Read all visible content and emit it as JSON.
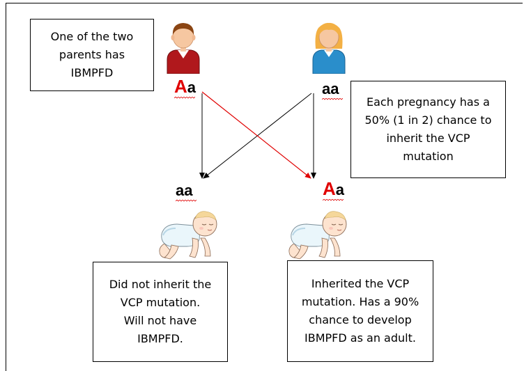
{
  "parents": {
    "note": "One of the two\nparents has\nIBMPFD",
    "father_genotype": {
      "dominant": "A",
      "recessive": "a"
    },
    "mother_genotype": "aa",
    "pregnancy_note": "Each pregnancy has a\n50% (1 in 2) chance to\ninherit the VCP\nmutation"
  },
  "children": {
    "left_genotype": "aa",
    "right_genotype": {
      "dominant": "A",
      "recessive": "a"
    },
    "left_note": "Did not inherit the\nVCP mutation.\nWill not have\nIBMPFD.",
    "right_note": "Inherited the VCP\nmutation.  Has a 90%\nchance to develop\nIBMPFD as an adult."
  },
  "colors": {
    "mutation_red": "#e00000",
    "father_shirt": "#b0181c",
    "mother_shirt": "#2a8ecb",
    "father_hair": "#8b4513",
    "mother_hair": "#f3b044",
    "skin": "#f6c7a1",
    "baby_skin": "#fde3cf",
    "arrow_black": "#000000",
    "arrow_red": "#e00000"
  },
  "icons": [
    "father-icon",
    "mother-icon",
    "baby-left-icon",
    "baby-right-icon"
  ]
}
